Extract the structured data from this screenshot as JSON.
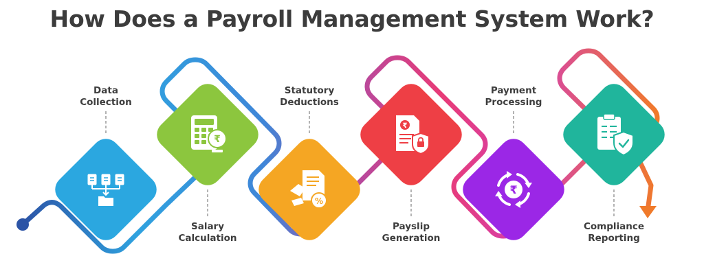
{
  "title": "How Does a Payroll Management System Work?",
  "steps": [
    {
      "line1": "Data",
      "line2": "Collection",
      "icon": "folder-tree-icon",
      "color": "#2ba7e0"
    },
    {
      "line1": "Salary",
      "line2": "Calculation",
      "icon": "calculator-rupee-icon",
      "color": "#8cc63e"
    },
    {
      "line1": "Statutory",
      "line2": "Deductions",
      "icon": "deduction-receipt-icon",
      "color": "#f5a623"
    },
    {
      "line1": "Payslip",
      "line2": "Generation",
      "icon": "secure-payslip-icon",
      "color": "#ee3f45"
    },
    {
      "line1": "Payment",
      "line2": "Processing",
      "icon": "payment-cycle-icon",
      "color": "#9b27e6"
    },
    {
      "line1": "Compliance",
      "line2": "Reporting",
      "icon": "compliance-shield-icon",
      "color": "#20b59c"
    }
  ]
}
